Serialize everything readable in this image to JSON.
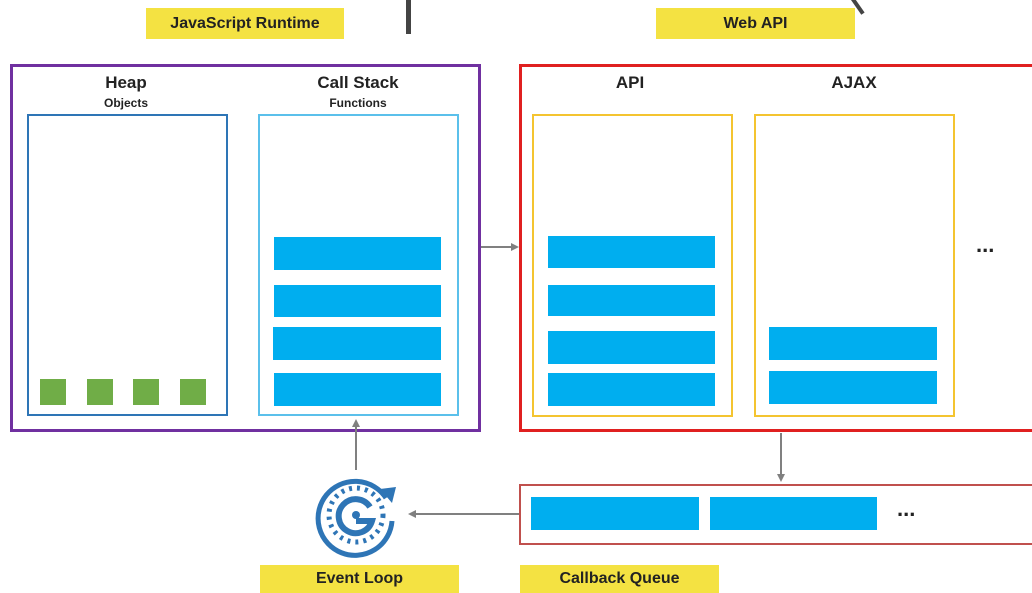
{
  "labels": {
    "js_runtime": "JavaScript Runtime",
    "web_api": "Web API",
    "event_loop": "Event Loop",
    "callback_queue": "Callback Queue"
  },
  "runtime": {
    "heap": {
      "title": "Heap",
      "subtitle": "Objects"
    },
    "call_stack": {
      "title": "Call Stack",
      "subtitle": "Functions"
    }
  },
  "web_api": {
    "api": {
      "title": "API"
    },
    "ajax": {
      "title": "AJAX"
    },
    "more": "..."
  },
  "queue": {
    "more": "..."
  },
  "colors": {
    "label_bg": "#f4e242",
    "runtime_border": "#7030a0",
    "web_api_border": "#e02020",
    "queue_border": "#c0504d",
    "heap_border": "#2e75b6",
    "stack_border": "#5bc0eb",
    "api_border": "#f4c430",
    "bar": "#00aeef",
    "object": "#70ad47",
    "arrow": "#808080",
    "event_loop_icon": "#2e75b6"
  }
}
